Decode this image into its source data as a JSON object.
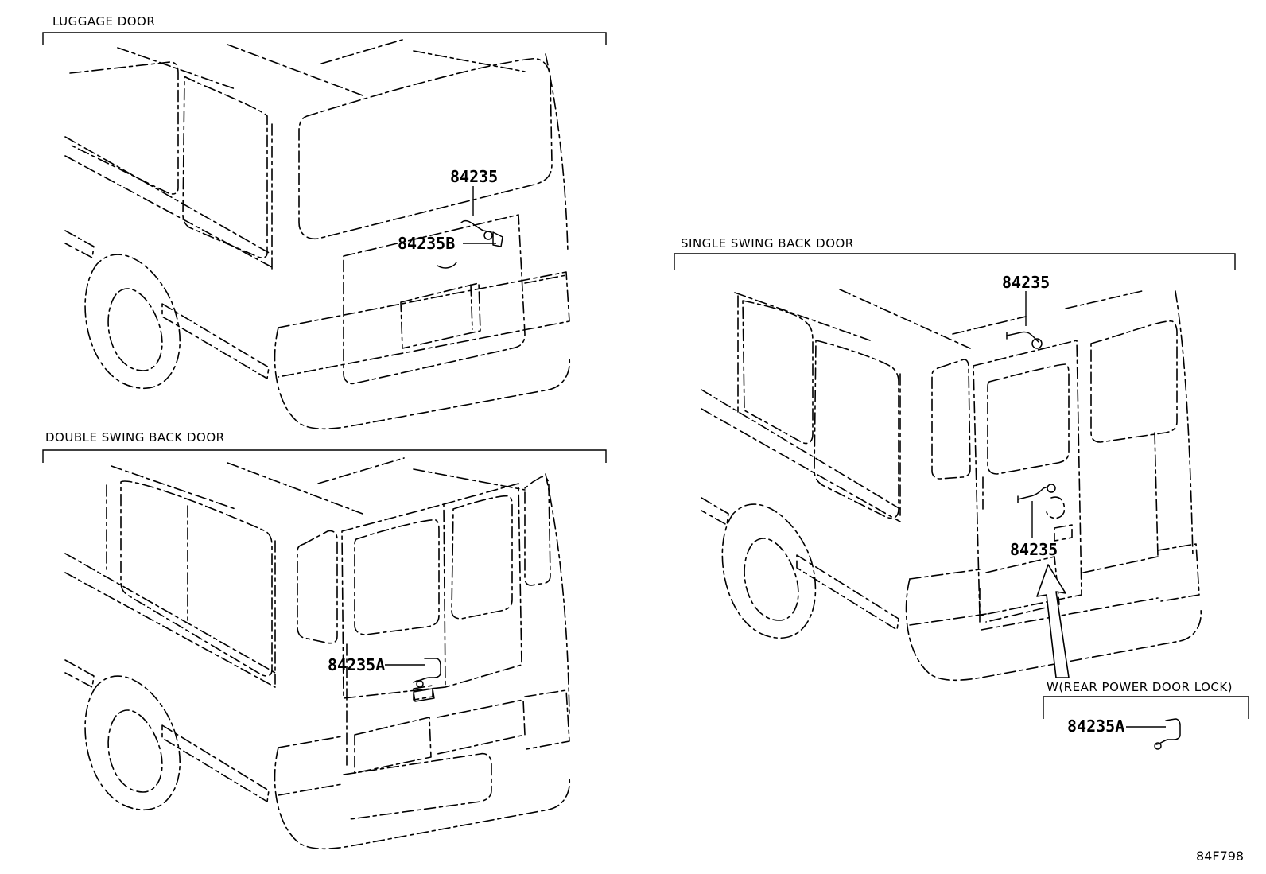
{
  "sections": {
    "luggage": {
      "title": "LUGGAGE DOOR"
    },
    "double": {
      "title": "DOUBLE SWING BACK DOOR"
    },
    "single": {
      "title": "SINGLE SWING BACK DOOR"
    },
    "option": {
      "title": "W(REAR POWER DOOR LOCK)"
    }
  },
  "parts": {
    "luggage_84235": "84235",
    "luggage_84235B": "84235B",
    "double_84235A": "84235A",
    "single_84235_top": "84235",
    "single_84235_mid": "84235",
    "option_84235A": "84235A"
  },
  "drawing_id": "84F798"
}
